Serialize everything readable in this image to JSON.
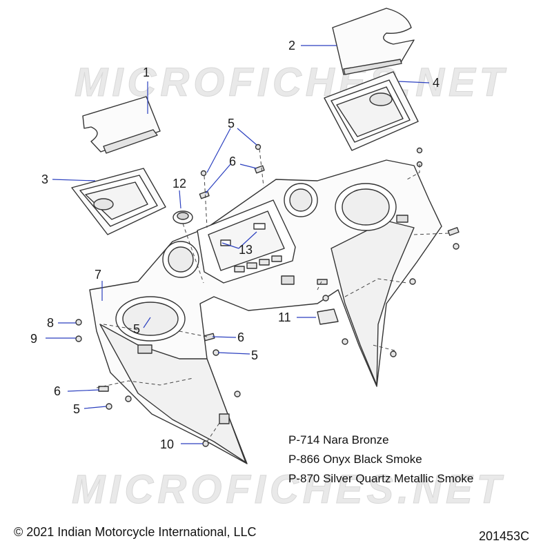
{
  "watermark": {
    "top_text": "MICROFICHES.NET",
    "bottom_text": "MICROFICHES.NET"
  },
  "callouts": {
    "c1": "1",
    "c2": "2",
    "c3": "3",
    "c4": "4",
    "c5a": "5",
    "c5b": "5",
    "c5c": "5",
    "c5d": "5",
    "c6a": "6",
    "c6b": "6",
    "c6c": "6",
    "c7": "7",
    "c8": "8",
    "c9": "9",
    "c10": "10",
    "c11": "11",
    "c12": "12",
    "c13": "13"
  },
  "paint_codes": [
    "P-714 Nara Bronze",
    "P-866 Onyx Black Smoke",
    "P-870 Silver Quartz Metallic Smoke"
  ],
  "copyright": "© 2021 Indian Motorcycle International, LLC",
  "diagram_number": "201453C",
  "colors": {
    "leader": "#2a3fbf",
    "outline": "#333333",
    "part_fill": "#fbfbfb",
    "shade": "#dcdcdc"
  }
}
